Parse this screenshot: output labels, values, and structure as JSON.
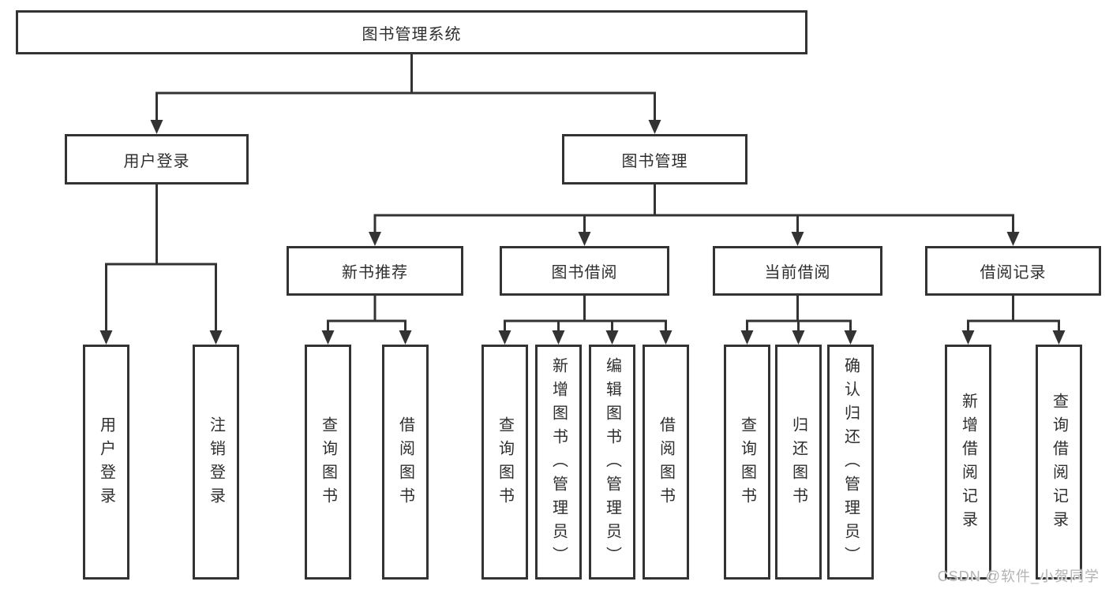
{
  "colors": {
    "line": "#333333",
    "box_border": "#333333",
    "text": "#2e2e2e",
    "background": "#ffffff",
    "watermark_text": "#b3b3b3"
  },
  "root": {
    "label": "图书管理系统"
  },
  "level2": [
    {
      "label": "用户登录"
    },
    {
      "label": "图书管理"
    }
  ],
  "level3": [
    {
      "label": "新书推荐",
      "parent": "图书管理"
    },
    {
      "label": "图书借阅",
      "parent": "图书管理"
    },
    {
      "label": "当前借阅",
      "parent": "图书管理"
    },
    {
      "label": "借阅记录",
      "parent": "图书管理"
    }
  ],
  "leaves": [
    {
      "label": "用户登录",
      "parent": "用户登录"
    },
    {
      "label": "注销登录",
      "parent": "用户登录"
    },
    {
      "label": "查询图书",
      "parent": "新书推荐"
    },
    {
      "label": "借阅图书",
      "parent": "新书推荐"
    },
    {
      "label": "查询图书",
      "parent": "图书借阅"
    },
    {
      "label": "新增图书（管理员）",
      "parent": "图书借阅"
    },
    {
      "label": "编辑图书（管理员）",
      "parent": "图书借阅"
    },
    {
      "label": "借阅图书",
      "parent": "图书借阅"
    },
    {
      "label": "查询图书",
      "parent": "当前借阅"
    },
    {
      "label": "归还图书",
      "parent": "当前借阅"
    },
    {
      "label": "确认归还（管理员）",
      "parent": "当前借阅"
    },
    {
      "label": "新增借阅记录",
      "parent": "借阅记录"
    },
    {
      "label": "查询借阅记录",
      "parent": "借阅记录"
    }
  ],
  "watermark": {
    "text": "CSDN @软件_小贺同学"
  }
}
